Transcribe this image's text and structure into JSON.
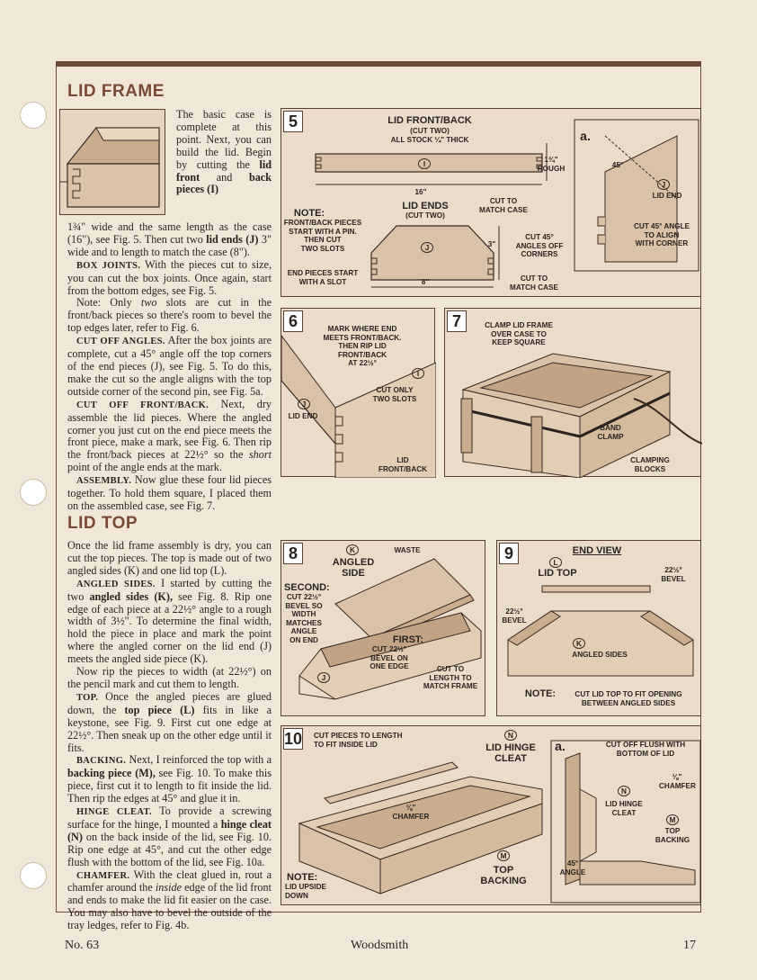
{
  "lid_frame": {
    "heading": "LID FRAME",
    "para1_a": "The basic case is complete at this point. Next, you can build the lid. Begin by cutting the ",
    "para1_b": "lid front",
    "para1_c": " and ",
    "para1_d": "back pieces (I)",
    "para1_e": " 1¾\" wide and the same length as the case (16\"), see Fig. 5. Then cut two ",
    "para1_f": "lid ends (J)",
    "para1_g": " 3\" wide and to length to match the case (8\").",
    "box_joints_h": "BOX JOINTS.",
    "box_joints": " With the pieces cut to size, you can cut the box joints. Once again, start from the bottom edges, see Fig. 5.",
    "note_a": "Note: Only ",
    "note_b": "two",
    "note_c": " slots are cut in the front/back pieces so there's room to bevel the top edges later, refer to Fig. 6.",
    "cut_off_h": "CUT OFF ANGLES.",
    "cut_off": " After the box joints are complete, cut a 45° angle off the top corners of the end pieces (J), see Fig. 5. To do this, make the cut so the angle aligns with the top outside corner of the second pin, see Fig. 5a.",
    "cut_fb_h": "CUT OFF FRONT/BACK.",
    "cut_fb_a": " Next, dry assemble the lid pieces. Where the angled corner you just cut on the end piece meets the front piece, make a mark, see Fig. 6. Then rip the front/back pieces at 22½° so the ",
    "cut_fb_b": "short",
    "cut_fb_c": " point of the angle ends at the mark.",
    "assembly_h": "ASSEMBLY.",
    "assembly": " Now glue these four lid pieces together. To hold them square, I placed them on the assembled case, see Fig. 7."
  },
  "lid_top": {
    "heading": "LID TOP",
    "para1": "Once the lid frame assembly is dry, you can cut the top pieces. The top is made out of two angled sides (K) and one lid top (L).",
    "angled_h": "ANGLED SIDES.",
    "angled_a": " I started by cutting the two ",
    "angled_b": "angled sides (K),",
    "angled_c": " see Fig. 8. Rip one edge of each piece at a 22½° angle to a rough width of 3½\". To determine the final width, hold the piece in place and mark the point where the angled corner on the lid end (J) meets the angled side piece (K).",
    "rip": "Now rip the pieces to width (at 22½°) on the pencil mark and cut them to length.",
    "top_h": "TOP.",
    "top_a": " Once the angled pieces are glued down, the ",
    "top_b": "top piece (L)",
    "top_c": " fits in like a keystone, see Fig. 9. First cut one edge at 22½°. Then sneak up on the other edge until it fits.",
    "backing_h": "BACKING.",
    "backing_a": " Next, I reinforced the top with a ",
    "backing_b": "backing piece (M),",
    "backing_c": " see Fig. 10. To make this piece, first cut it to length to fit inside the lid. Then rip the edges at 45° and glue it in.",
    "hinge_h": "HINGE CLEAT.",
    "hinge_a": " To provide a screwing surface for the hinge, I mounted a ",
    "hinge_b": "hinge cleat (N)",
    "hinge_c": " on the back inside of the lid, see Fig. 10. Rip one edge at 45°, and cut the other edge flush with the bottom of the lid, see Fig. 10a.",
    "chamfer_h": "CHAMFER.",
    "chamfer_a": " With the cleat glued in, rout a chamfer around the ",
    "chamfer_b": "inside",
    "chamfer_c": " edge of the lid front and ends to make the lid fit easier on the case. You may also have to bevel the outside of the tray ledges, refer to Fig. 4b."
  },
  "figures": {
    "f5": {
      "num": "5",
      "title": "LID FRONT/BACK",
      "sub": "(CUT TWO)\nALL STOCK ¼\" THICK",
      "rough": "1¾\"\nROUGH",
      "i": "I",
      "len16": "16\"",
      "ends": "LID ENDS",
      "ends_sub": "(CUT TWO)",
      "match1": "CUT TO\nMATCH CASE",
      "note": "NOTE:",
      "note_txt": "FRONT/BACK PIECES\nSTART WITH A PIN.\nTHEN CUT\nTWO SLOTS",
      "j": "J",
      "three": "3\"",
      "angles": "CUT 45°\nANGLES OFF\nCORNERS",
      "end_start": "END PIECES START\nWITH A SLOT",
      "eight": "8\"",
      "match2": "CUT TO\nMATCH CASE",
      "a": "a.",
      "deg45": "45°",
      "a_j": "J",
      "a_lid_end": "LID END",
      "a_cut": "CUT 45° ANGLE\nTO ALIGN\nWITH CORNER"
    },
    "f6": {
      "num": "6",
      "mark": "MARK WHERE END\nMEETS FRONT/BACK.\nTHEN RIP LID\nFRONT/BACK\nAT 22½°",
      "i": "I",
      "cut_only": "CUT ONLY\nTWO SLOTS",
      "j": "J",
      "lid_end": "LID END",
      "lid_fb": "LID\nFRONT/BACK"
    },
    "f7": {
      "num": "7",
      "clamp": "CLAMP LID FRAME\nOVER CASE TO\nKEEP SQUARE",
      "band": "BAND\nCLAMP",
      "blocks": "CLAMPING\nBLOCKS"
    },
    "f8": {
      "num": "8",
      "k": "K",
      "angled": "ANGLED\nSIDE",
      "waste": "WASTE",
      "second": "SECOND:",
      "second_txt": "CUT 22½°\nBEVEL SO\nWIDTH\nMATCHES\nANGLE\nON END",
      "first": "FIRST:",
      "first_txt": "CUT 22½°\nBEVEL ON\nONE EDGE",
      "cut_len": "CUT TO\nLENGTH TO\nMATCH FRAME",
      "j": "J"
    },
    "f9": {
      "num": "9",
      "end_view": "END VIEW",
      "l": "L",
      "lid_top": "LID TOP",
      "bevel_r": "22½°\nBEVEL",
      "bevel_l": "22½°\nBEVEL",
      "k": "K",
      "angled": "ANGLED SIDES",
      "note": "NOTE:",
      "note_txt": "CUT LID TOP TO FIT OPENING\nBETWEEN ANGLED SIDES"
    },
    "f10": {
      "num": "10",
      "cut_pieces": "CUT PIECES TO LENGTH\nTO FIT INSIDE LID",
      "n": "N",
      "hinge": "LID HINGE\nCLEAT",
      "chamfer": "⅛\"\nCHAMFER",
      "m": "M",
      "top_backing": "TOP\nBACKING",
      "note": "NOTE:",
      "note_txt": "LID UPSIDE\nDOWN",
      "a": "a.",
      "flush": "CUT OFF FLUSH WITH\nBOTTOM OF LID",
      "a_chamfer": "⅛\"\nCHAMFER",
      "a_n": "N",
      "a_hinge": "LID HINGE\nCLEAT",
      "a_m": "M",
      "a_top": "TOP\nBACKING",
      "a_45": "45°\nANGLE"
    }
  },
  "footer": {
    "left": "No. 63",
    "center": "Woodsmith",
    "right": "17"
  },
  "colors": {
    "paper": "#f1e7d8",
    "rule": "#6b4a3a",
    "heading": "#7a4a38",
    "wood": "#d9c2a7"
  }
}
